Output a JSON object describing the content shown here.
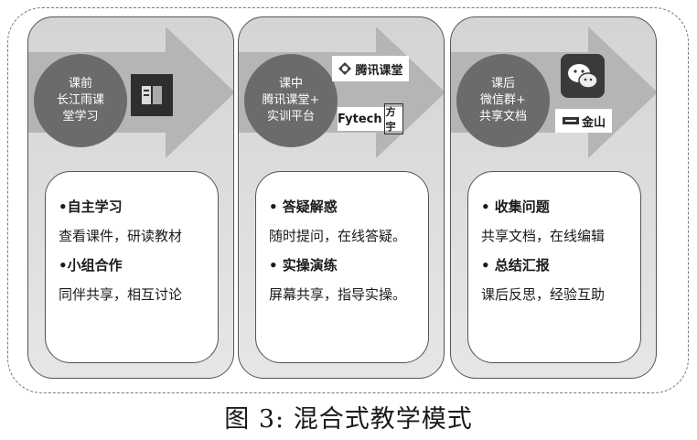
{
  "caption": "图 3: 混合式教学模式",
  "stages": [
    {
      "circle": [
        "课前",
        "长江雨课",
        "堂学习"
      ],
      "logos": [
        {
          "icon": "rain-classroom-logo-icon"
        }
      ],
      "items": [
        {
          "head": "•自主学习",
          "desc": "查看课件，研读教材"
        },
        {
          "head": "•小组合作",
          "desc": "同伴共享，相互讨论"
        }
      ]
    },
    {
      "circle": [
        "课中",
        "腾讯课堂+",
        "实训平台"
      ],
      "logos": [
        {
          "icon": "tencent-classroom-logo-icon",
          "text": "腾讯课堂"
        },
        {
          "icon": "fytech-logo-icon",
          "text": "Fytech",
          "text2": "方宇"
        }
      ],
      "items": [
        {
          "head": "•  答疑解惑",
          "desc": "随时提问，在线答疑。"
        },
        {
          "head": "•  实操演练",
          "desc": "屏幕共享，指导实操。"
        }
      ]
    },
    {
      "circle": [
        "课后",
        "微信群+",
        "共享文档"
      ],
      "logos": [
        {
          "icon": "wechat-logo-icon"
        },
        {
          "icon": "kingsoft-logo-icon",
          "text": "金山"
        }
      ],
      "items": [
        {
          "head": "•  收集问题",
          "desc": "共享文档，在线编辑"
        },
        {
          "head": "•  总结汇报",
          "desc": "课后反思，经验互助"
        }
      ]
    }
  ]
}
